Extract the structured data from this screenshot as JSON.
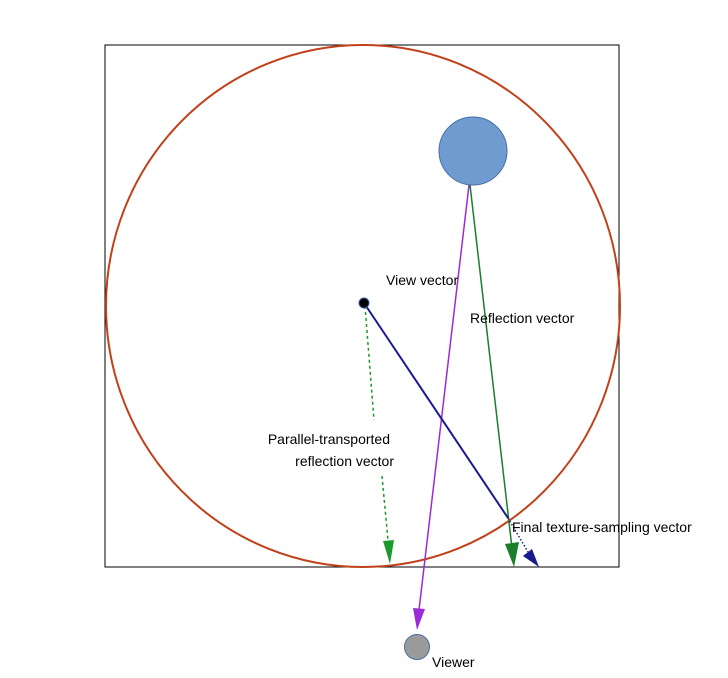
{
  "labels": {
    "view_vector": "View vector",
    "reflection_vector": "Reflection vector",
    "parallel_line1": "Parallel-transported",
    "parallel_line2": "reflection vector",
    "final_vector": "Final texture-sampling vector",
    "viewer": "Viewer"
  },
  "colors": {
    "frame": "#000000",
    "sphere": "#c0411a",
    "light_fill": "#6f9bd1",
    "light_stroke": "#4a6fa5",
    "viewer_fill": "#9a9a9a",
    "viewer_stroke": "#4a6fa5",
    "view_vector": "#9b2bd8",
    "reflection_vector": "#1a7f2a",
    "parallel_vector": "#1a9a2a",
    "final_vector": "#1a1a8f",
    "center_point": "#000000"
  }
}
